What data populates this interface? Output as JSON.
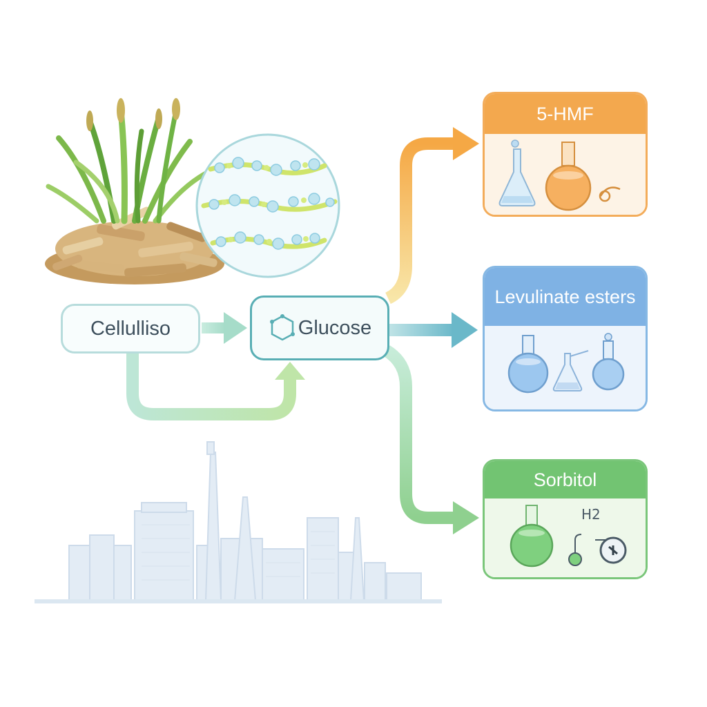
{
  "diagram": {
    "nodes": {
      "cellulose": "Cellulliso",
      "glucose": "Glucose"
    },
    "products": [
      {
        "id": "hmf",
        "label": "5-HMF",
        "color": "#f3a84e"
      },
      {
        "id": "levulinate",
        "label": "Levulinate esters",
        "color": "#7fb2e4"
      },
      {
        "id": "sorbitol",
        "label": "Sorbitol",
        "color": "#72c472"
      }
    ],
    "sorbitol_reagent": "H2",
    "icons": [
      "grass-plant-icon",
      "wood-chips-icon",
      "cellulose-chain-icon",
      "glucose-molecule-icon",
      "flask-icon",
      "catalyst-icon",
      "city-skyline-icon"
    ]
  }
}
